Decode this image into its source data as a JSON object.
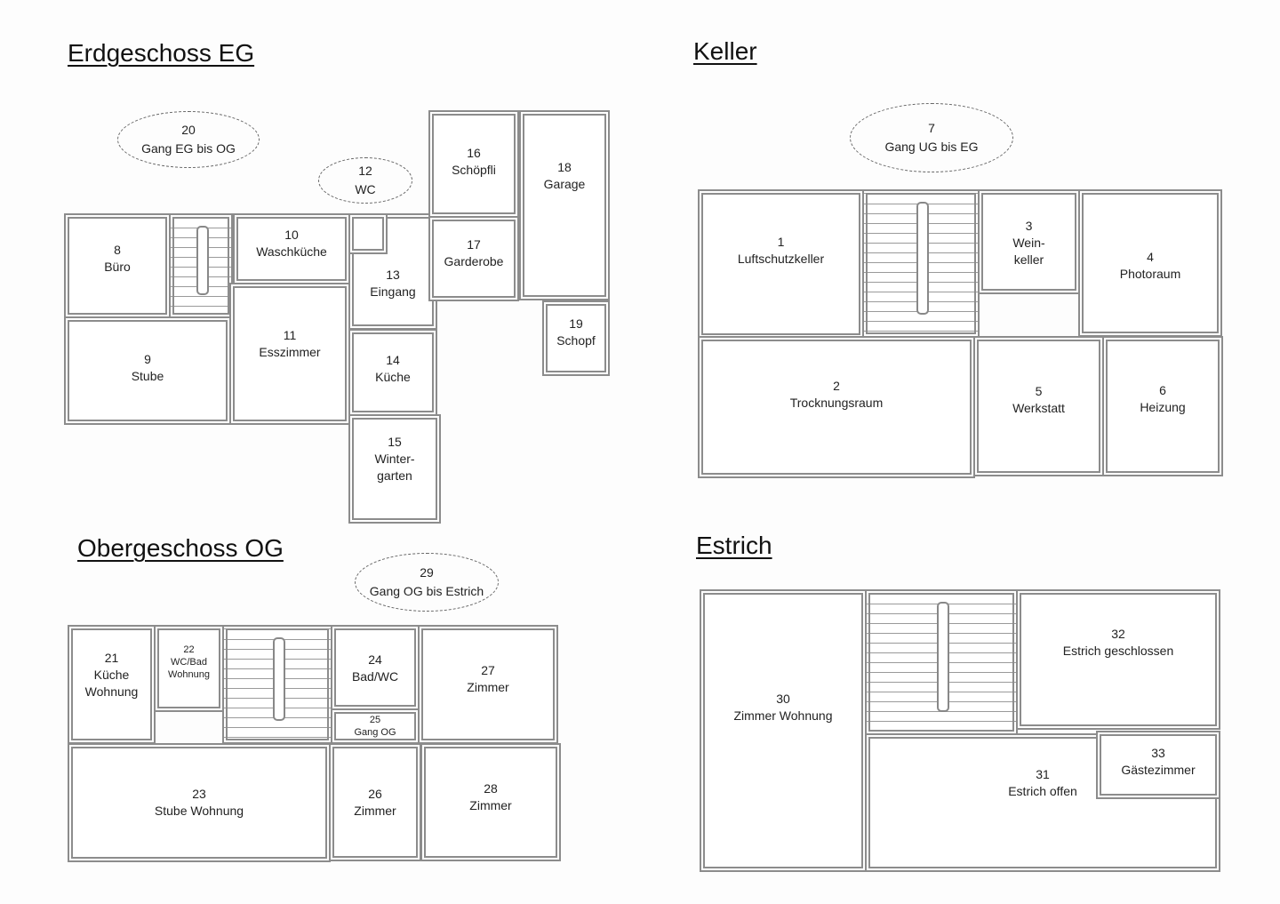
{
  "floors": [
    {
      "title": "Erdgeschoss EG",
      "rooms": [
        {
          "no": "8",
          "name": "Büro"
        },
        {
          "no": "10",
          "name": "Waschküche"
        },
        {
          "no": "13",
          "name": "Eingang"
        },
        {
          "no": "9",
          "name": "Stube"
        },
        {
          "no": "11",
          "name": "Esszimmer"
        },
        {
          "no": "14",
          "name": "Küche"
        },
        {
          "no": "15",
          "name": "Winter-\ngarten"
        },
        {
          "no": "16",
          "name": "Schöpfli"
        },
        {
          "no": "17",
          "name": "Garderobe"
        },
        {
          "no": "18",
          "name": "Garage"
        },
        {
          "no": "19",
          "name": "Schopf"
        }
      ],
      "bubbles": [
        {
          "no": "20",
          "name": "Gang EG bis OG"
        },
        {
          "no": "12",
          "name": "WC"
        }
      ]
    },
    {
      "title": "Keller",
      "rooms": [
        {
          "no": "1",
          "name": "Luftschutzkeller"
        },
        {
          "no": "3",
          "name": "Wein-\nkeller"
        },
        {
          "no": "4",
          "name": "Photoraum"
        },
        {
          "no": "2",
          "name": "Trocknungsraum"
        },
        {
          "no": "5",
          "name": "Werkstatt"
        },
        {
          "no": "6",
          "name": "Heizung"
        }
      ],
      "bubbles": [
        {
          "no": "7",
          "name": "Gang UG bis EG"
        }
      ]
    },
    {
      "title": "Obergeschoss OG",
      "rooms": [
        {
          "no": "21",
          "name": "Küche\nWohnung"
        },
        {
          "no": "22",
          "name": "WC/Bad\nWohnung"
        },
        {
          "no": "24",
          "name": "Bad/WC"
        },
        {
          "no": "25",
          "name": "Gang OG"
        },
        {
          "no": "27",
          "name": "Zimmer"
        },
        {
          "no": "23",
          "name": "Stube Wohnung"
        },
        {
          "no": "26",
          "name": "Zimmer"
        },
        {
          "no": "28",
          "name": "Zimmer"
        }
      ],
      "bubbles": [
        {
          "no": "29",
          "name": "Gang OG bis Estrich"
        }
      ]
    },
    {
      "title": "Estrich",
      "rooms": [
        {
          "no": "30",
          "name": "Zimmer Wohnung"
        },
        {
          "no": "32",
          "name": "Estrich geschlossen"
        },
        {
          "no": "31",
          "name": "Estrich offen"
        },
        {
          "no": "33",
          "name": "Gästezimmer"
        }
      ],
      "bubbles": []
    }
  ]
}
